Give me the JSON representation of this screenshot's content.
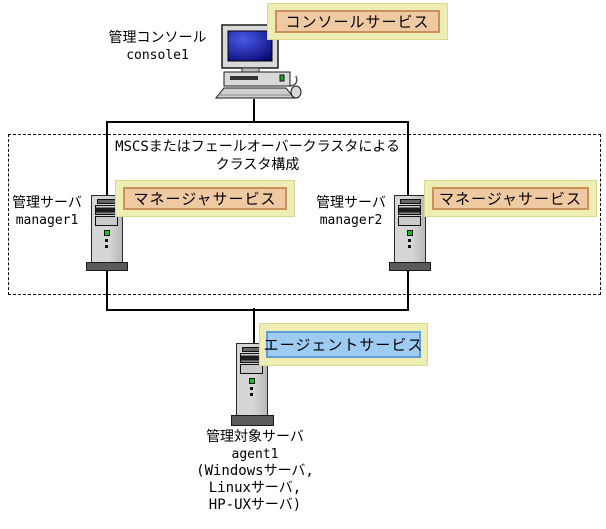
{
  "console": {
    "label": "管理コンソール",
    "hostname": "console1",
    "service": "コンソールサービス"
  },
  "cluster": {
    "caption_line1": "MSCSまたはフェールオーバークラスタによる",
    "caption_line2": "クラスタ構成"
  },
  "managers": [
    {
      "label": "管理サーバ",
      "hostname": "manager1",
      "service": "マネージャサービス"
    },
    {
      "label": "管理サーバ",
      "hostname": "manager2",
      "service": "マネージャサービス"
    }
  ],
  "agent": {
    "label": "管理対象サーバ",
    "hostname": "agent1",
    "platforms": [
      "(Windowsサーバ,",
      "Linuxサーバ,",
      "HP-UXサーバ)"
    ],
    "service": "エージェントサービス"
  },
  "colors": {
    "highlight_outer_bg": "#EDEDB4",
    "highlight_outer_border": "#D9D98F",
    "tan_bg": "#EFC9A1",
    "tan_border": "#C9905A",
    "blue_bg": "#9ECBF2",
    "blue_border": "#5F9DD8",
    "line": "#000000",
    "canvas_bg": "#FFFFFF"
  }
}
